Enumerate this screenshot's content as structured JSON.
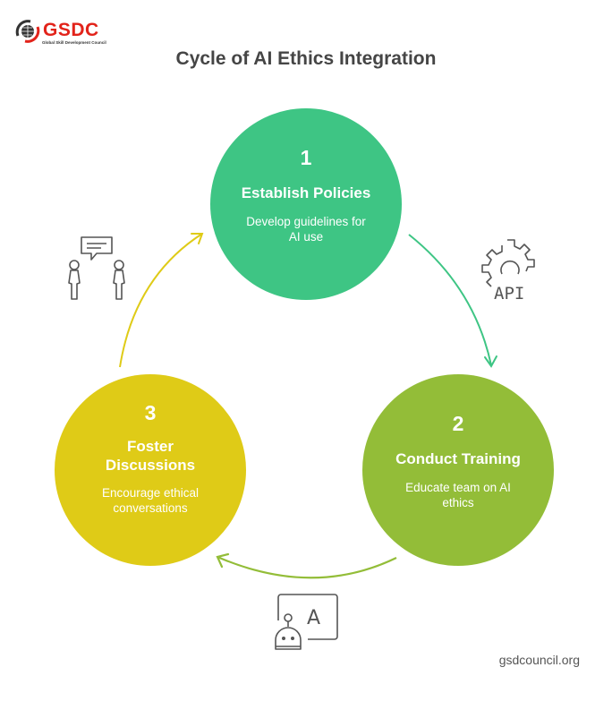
{
  "logo": {
    "text": "GSDC",
    "subtitle": "Global Skill Development Council",
    "icon": "globe-icon",
    "brand_color": "#e2231a"
  },
  "title": "Cycle of AI Ethics Integration",
  "steps": [
    {
      "number": "1",
      "heading": "Establish Policies",
      "description": "Develop guidelines for AI use",
      "color": "#3ec584",
      "icon": "api-gear-icon"
    },
    {
      "number": "2",
      "heading": "Conduct Training",
      "description": "Educate team on AI ethics",
      "color": "#93bd38",
      "icon": "robot-teaching-icon"
    },
    {
      "number": "3",
      "heading": "Foster Discussions",
      "description": "Encourage ethical conversations",
      "color": "#dfcb17",
      "icon": "people-conversation-icon"
    }
  ],
  "icon_labels": {
    "api_text": "API",
    "board_letter": "A"
  },
  "arrows": [
    {
      "from": "1",
      "to": "2",
      "color": "#3ec584"
    },
    {
      "from": "2",
      "to": "3",
      "color": "#93bd38"
    },
    {
      "from": "3",
      "to": "1",
      "color": "#dfcb17"
    }
  ],
  "footer": "gsdcouncil.org"
}
